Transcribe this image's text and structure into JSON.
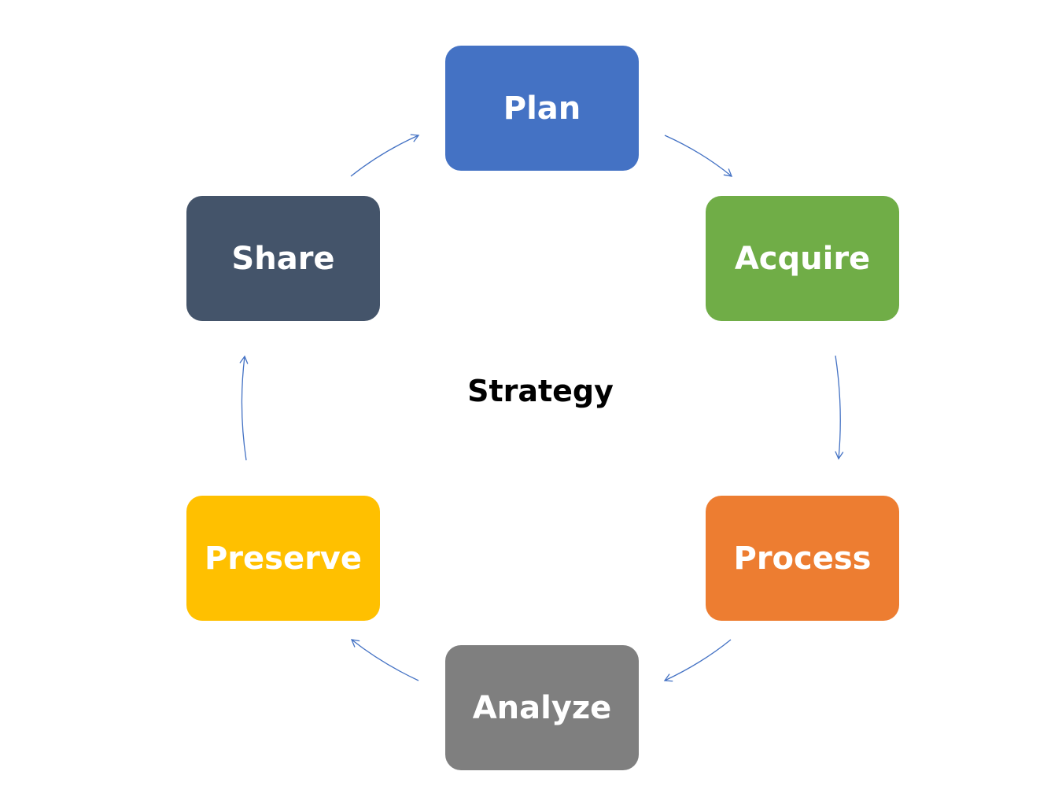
{
  "center_label": "Strategy",
  "stages": [
    {
      "label": "Plan",
      "color": "#4472C4"
    },
    {
      "label": "Acquire",
      "color": "#70AD47"
    },
    {
      "label": "Process",
      "color": "#ED7D31"
    },
    {
      "label": "Analyze",
      "color": "#7F7F7F"
    },
    {
      "label": "Preserve",
      "color": "#FFC000"
    },
    {
      "label": "Share",
      "color": "#44546A"
    }
  ],
  "arrow_color": "#4472C4"
}
